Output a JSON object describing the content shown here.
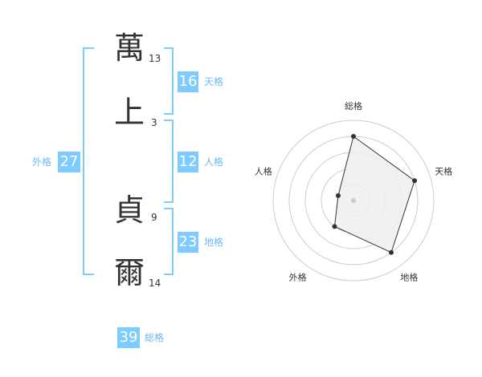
{
  "name": {
    "chars": [
      {
        "char": "萬",
        "strokes": "13"
      },
      {
        "char": "上",
        "strokes": "3"
      },
      {
        "char": "貞",
        "strokes": "9"
      },
      {
        "char": "爾",
        "strokes": "14"
      }
    ]
  },
  "fortunes": {
    "tenkaku": {
      "value": "16",
      "label": "天格"
    },
    "jinkaku": {
      "value": "12",
      "label": "人格"
    },
    "chikaku": {
      "value": "23",
      "label": "地格"
    },
    "gaikaku": {
      "value": "27",
      "label": "外格"
    },
    "soukaku": {
      "value": "39",
      "label": "総格"
    }
  },
  "chart_data": {
    "type": "radar",
    "axes": [
      "総格",
      "天格",
      "地格",
      "外格",
      "人格"
    ],
    "values": [
      4,
      4,
      4,
      2,
      1
    ],
    "rmax": 5,
    "rings": 5,
    "colors": {
      "fill": "#eeeeee",
      "stroke": "#333333",
      "ring": "#cccccc",
      "center": "#cccccc"
    }
  }
}
